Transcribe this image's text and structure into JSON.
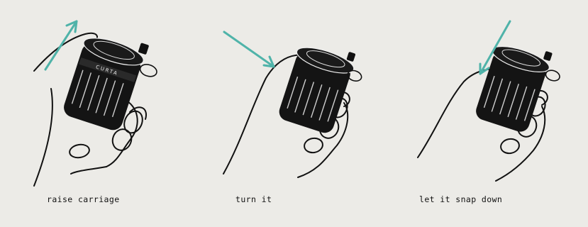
{
  "colors": {
    "paper": "#ecebe7",
    "ink": "#111111",
    "arrow": "#4fb3a9"
  },
  "panels": [
    {
      "step": "raise carriage",
      "arrow_icon": "arrow-up-right-icon"
    },
    {
      "step": "turn it",
      "arrow_icon": "arrow-down-right-icon"
    },
    {
      "step": "let it snap down",
      "arrow_icon": "arrow-down-left-icon"
    }
  ]
}
